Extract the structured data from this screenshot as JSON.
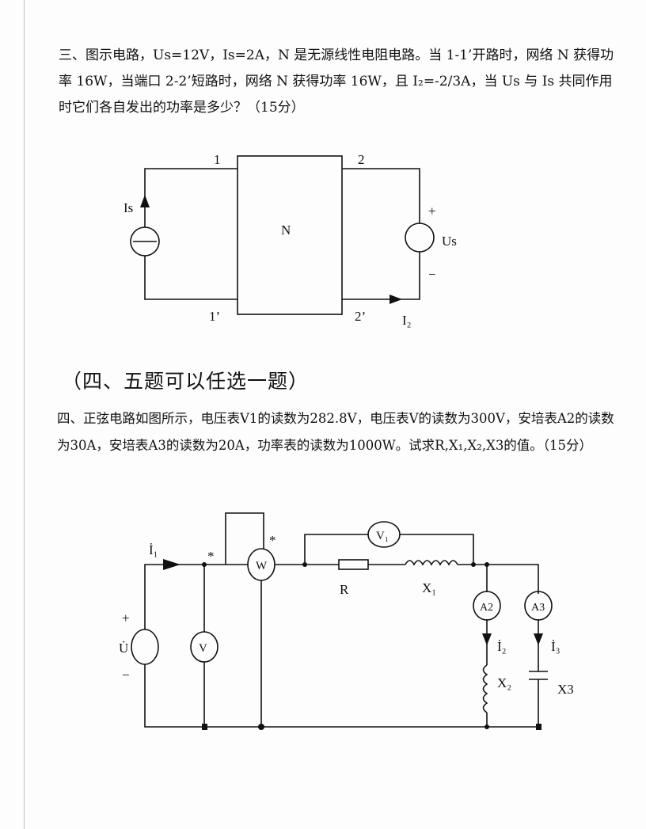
{
  "q3": {
    "text": "三、图示电路，Us=12V，Is=2A，N 是无源线性电阻电路。当 1-1’开路时，网络 N 获得功率 16W，当端口 2-2’短路时，网络 N 获得功率 16W，且 I₂=-2/3A，当 Us 与 Is 共同作用时它们各自发出的功率是多少？（15分）",
    "circuit": {
      "port1": "1",
      "port1p": "1’",
      "port2": "2",
      "port2p": "2’",
      "network": "N",
      "is": "Is",
      "us": "Us",
      "plus": "+",
      "minus": "−",
      "i2": "I₂"
    }
  },
  "heading": "（四、五题可以任选一题）",
  "q4": {
    "text": "四、正弦电路如图所示，电压表V1的读数为282.8V，电压表V的读数为300V，安培表A2的读数为30A，安培表A3的读数为20A，功率表的读数为1000W。试求R,X₁,X₂,X3的值。（15分）",
    "circuit": {
      "i1": "İ₁",
      "u": "U̇",
      "plus": "+",
      "minus": "−",
      "v": "V",
      "w": "W",
      "star": "*",
      "v1": "V₁",
      "r": "R",
      "x1": "X₁",
      "a2": "A2",
      "a3": "A3",
      "i2": "İ₂",
      "i3": "İ₃",
      "x2": "X₂",
      "x3": "X3"
    }
  }
}
